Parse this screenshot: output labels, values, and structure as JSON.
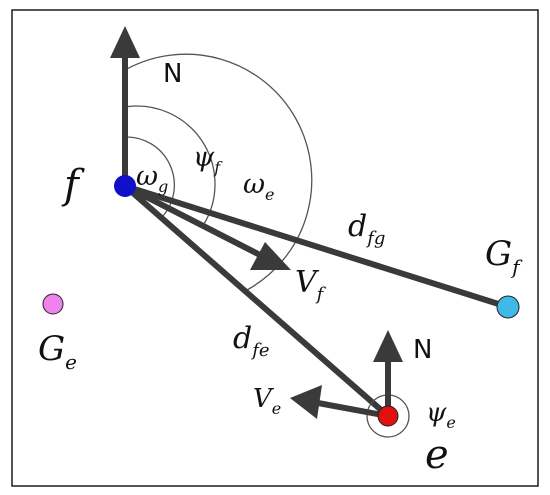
{
  "figure": {
    "labels": {
      "north_f": "N",
      "north_e": "N",
      "agent_f": "f",
      "agent_e": "e",
      "goal_f": {
        "base": "G",
        "sub": "f"
      },
      "goal_e": {
        "base": "G",
        "sub": "e"
      },
      "omega_g": {
        "base": "ω",
        "sub": "g"
      },
      "psi_f": {
        "base": "ψ",
        "sub": "f"
      },
      "omega_e": {
        "base": "ω",
        "sub": "e"
      },
      "d_fg": {
        "base": "d",
        "sub": "fg"
      },
      "d_fe": {
        "base": "d",
        "sub": "fe"
      },
      "v_f": {
        "base": "V",
        "sub": "f"
      },
      "v_e": {
        "base": "V",
        "sub": "e"
      },
      "psi_e": {
        "base": "ψ",
        "sub": "e"
      }
    },
    "colors": {
      "frame": "#1a1a1a",
      "line": "#3a3a3a",
      "arc": "#555555",
      "agent_f": "#1010c8",
      "agent_e": "#e01010",
      "goal_f": "#40b8e8",
      "goal_e": "#ee82ee"
    }
  }
}
